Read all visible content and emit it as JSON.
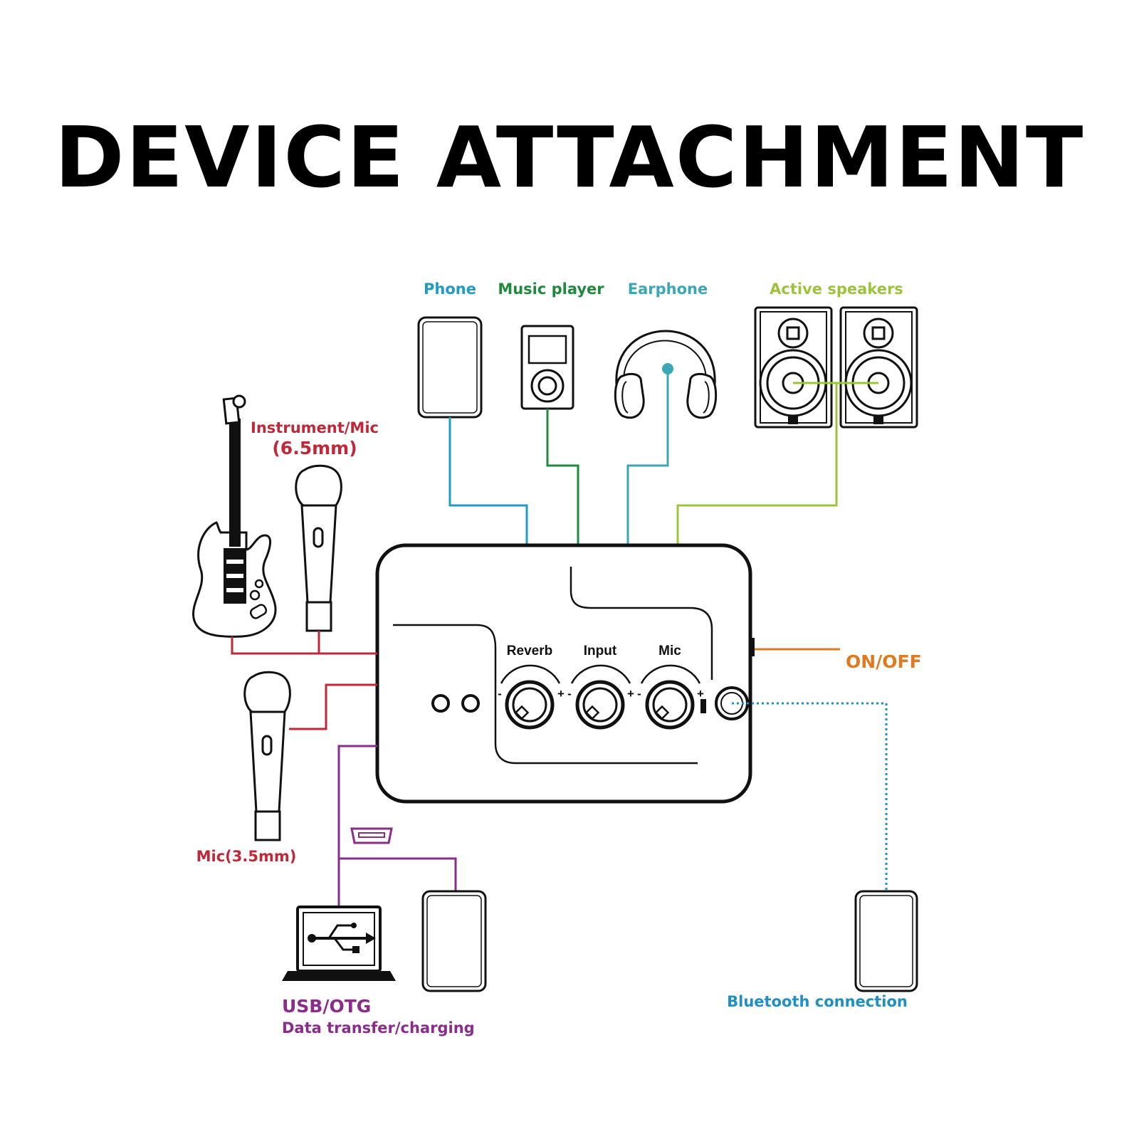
{
  "title": "DEVICE ATTACHMENT",
  "colors": {
    "phone": "#1f9bc4",
    "music_player": "#1e8a3c",
    "earphone": "#3aa7b5",
    "speakers": "#9cc43a",
    "instrument": "#c0283a",
    "onoff": "#e07a1f",
    "usb": "#8a2d8a",
    "bluetooth": "#1f8fc4",
    "outline": "#111111"
  },
  "labels": {
    "phone": "Phone",
    "music_player": "Music player",
    "earphone": "Earphone",
    "active_speakers": "Active speakers",
    "instrument_mic": "Instrument/Mic",
    "instrument_mic_size": "(6.5mm)",
    "mic_35": "Mic(3.5mm)",
    "onoff": "ON/OFF",
    "usb_otg": "USB/OTG",
    "usb_desc": "Data transfer/charging",
    "bluetooth": "Bluetooth connection"
  },
  "knobs": [
    {
      "label": "Reverb",
      "minus": "-",
      "plus": "+"
    },
    {
      "label": "Input",
      "minus": "-",
      "plus": "+"
    },
    {
      "label": "Mic",
      "minus": "-",
      "plus": "+"
    }
  ]
}
